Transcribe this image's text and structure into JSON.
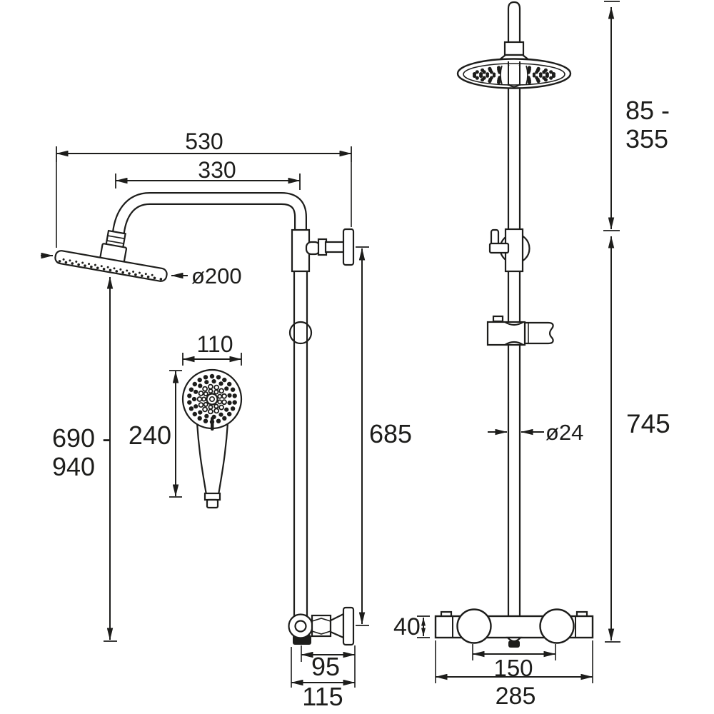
{
  "colors": {
    "ink": "#1d1d1b",
    "background": "#ffffff"
  },
  "side_view": {
    "dim_530": "530",
    "dim_330": "330",
    "dim_head_diameter": "ø200",
    "dim_110": "110",
    "dim_240": "240",
    "dim_690_940": {
      "line1": "690 -",
      "line2": "940"
    },
    "dim_685": "685",
    "dim_95": "95",
    "dim_115": "115"
  },
  "front_view": {
    "dim_85_355": {
      "line1": "85 -",
      "line2": "355"
    },
    "dim_riser_diameter": "ø24",
    "dim_745": "745",
    "dim_40": "40",
    "dim_150": "150",
    "dim_285": "285"
  }
}
